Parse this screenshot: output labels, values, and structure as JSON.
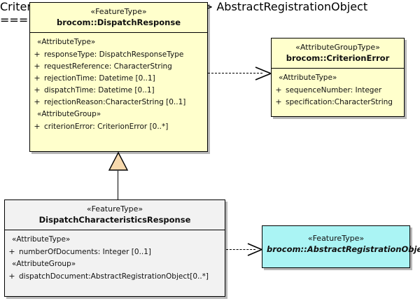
{
  "diagram": {
    "type": "uml-class-diagram",
    "background": "#ffffff",
    "colors": {
      "feature_type_fill": "#ffffcc",
      "attribute_group_type_fill": "#ffffcc",
      "subclass_fill": "#f2f2f2",
      "abstract_fill": "#aaf4f4",
      "border": "#000000",
      "generalization_triangle_fill": "#f7d9ad"
    }
  },
  "classes": {
    "dispatch_response": {
      "stereotype": "«FeatureType»",
      "name": "brocom::DispatchResponse",
      "compartments": [
        {
          "group_label": "«AttributeType»",
          "attributes": [
            {
              "visibility": "+",
              "text": "responseType: DispatchResponseType"
            },
            {
              "visibility": "+",
              "text": "requestReference: CharacterString"
            },
            {
              "visibility": "+",
              "text": "rejectionTime: Datetime [0..1]"
            },
            {
              "visibility": "+",
              "text": "dispatchTime: Datetime [0..1]"
            },
            {
              "visibility": "+",
              "text": "rejectionReason:CharacterString [0..1]"
            }
          ]
        },
        {
          "group_label": "«AttributeGroup»",
          "attributes": [
            {
              "visibility": "+",
              "text": "criterionError: CriterionError [0..*]"
            }
          ]
        }
      ]
    },
    "criterion_error": {
      "stereotype": "«AttributeGroupType»",
      "name": "brocom::CriterionError",
      "compartments": [
        {
          "group_label": "«AttributeType»",
          "attributes": [
            {
              "visibility": "+",
              "text": "sequenceNumber: Integer"
            },
            {
              "visibility": "+",
              "text": "specification:CharacterString"
            }
          ]
        }
      ]
    },
    "dispatch_characteristics_response": {
      "stereotype": "«FeatureType»",
      "name": "DispatchCharacteristicsResponse",
      "compartments": [
        {
          "group_label": "«AttributeType»",
          "attributes": [
            {
              "visibility": "+",
              "text": "numberOfDocuments: Integer [0..1]"
            }
          ]
        },
        {
          "group_label": "«AttributeGroup»",
          "attributes": [
            {
              "visibility": "+",
              "text": "dispatchDocument:AbstractRegistrationObject[0..*]"
            }
          ]
        }
      ]
    },
    "abstract_registration_object": {
      "stereotype": "«FeatureType»",
      "name": "brocom::AbstractRegistrationObject",
      "compartments": []
    }
  },
  "relationships": [
    {
      "name": "dependency-dispatchresponse-to-criterionerror",
      "kind": "dependency",
      "style": "dashed-open-arrow",
      "from": "dispatch_response",
      "to": "criterion_error"
    },
    {
      "name": "generalization-dispatchcharacteristics-to-dispatchresponse",
      "kind": "generalization",
      "style": "solid-hollow-triangle",
      "from": "dispatch_characteristics_response",
      "to": "dispatch_response"
    },
    {
      "name": "dependency-dispatchcharacteristics-to-abstractregistrationobject",
      "kind": "dependency",
      "style": "dashed-open-arrow",
      "from": "dispatch_characteristics_response",
      "to": "abstract_registration_object"
    }
  ]
}
